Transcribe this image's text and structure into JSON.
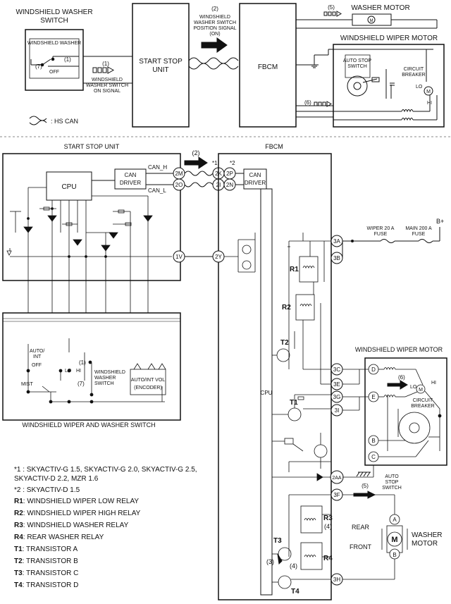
{
  "top": {
    "switch_box_title": "WINDSHIELD WASHER SWITCH",
    "switch_inner_label": "WINDSHIELD WASHER",
    "sw_mark7": "(7)",
    "sw_mark1": "(1)",
    "sw_off": "OFF",
    "sig1_num": "(1)",
    "sig1_text": [
      "WINDSHIELD",
      "WASHER SWITCH",
      "ON SIGNAL"
    ],
    "ssu": [
      "START STOP",
      "UNIT"
    ],
    "sig2_num": "(2)",
    "sig2_text": [
      "WINDSHIELD",
      "WASHER SWITCH",
      "POSITION SIGNAL",
      "(ON)"
    ],
    "fbcm": "FBCM",
    "sig5_num": "(5)",
    "washer_motor": "WASHER MOTOR",
    "wiper_motor": "WINDSHIELD WIPER MOTOR",
    "auto_stop": [
      "AUTO STOP",
      "SWITCH"
    ],
    "circuit_breaker": [
      "CIRCUIT",
      "BREAKER"
    ],
    "lo": "LO",
    "hi": "HI",
    "sig6_num": "(6)",
    "hs_can": ": HS CAN"
  },
  "bottom": {
    "ssu_title": "START STOP UNIT",
    "fbcm_title": "FBCM",
    "cpu": "CPU",
    "can_driver": [
      "CAN",
      "DRIVER"
    ],
    "can_h": "CAN_H",
    "can_l": "CAN_L",
    "pin_2m": "2M",
    "pin_2o": "2O",
    "pin_2k": "2K",
    "pin_2p": "2P",
    "pin_2i": "2I",
    "pin_2n": "2N",
    "pin_1v": "1V",
    "pin_2y": "2Y",
    "mark_star1": "*1",
    "mark_star2": "*2",
    "sig2_num": "(2)",
    "pins_right": [
      "3A",
      "3B",
      "3C",
      "3E",
      "3G",
      "3I",
      "2AA",
      "3F",
      "3H"
    ],
    "wiper_fuse": [
      "WIPER 20 A",
      "FUSE"
    ],
    "main_fuse": [
      "MAIN 200 A",
      "FUSE"
    ],
    "bplus": "B+",
    "relay_r1": "R1",
    "relay_r2": "R2",
    "relay_r3": "R3",
    "relay_r4": "R4",
    "tr_t1": "T1",
    "tr_t2": "T2",
    "tr_t3": "T3",
    "tr_t4": "T4",
    "mark3": "(3)",
    "mark4a": "(4)",
    "mark4b": "(4)",
    "switch_title": "WINDSHIELD WIPER AND WASHER SWITCH",
    "auto_int": [
      "AUTO/",
      "INT"
    ],
    "off": "OFF",
    "lo": "LO",
    "hi": "HI",
    "mist": "MIST",
    "sw_mark1": "(1)",
    "sw_mark7": "(7)",
    "washer_sw": [
      "WINDSHIELD",
      "WASHER",
      "SWITCH"
    ],
    "encoder": [
      "AUTO/INT VOL",
      "(ENCODER)"
    ],
    "wiper_motor": "WINDSHIELD WIPER MOTOR",
    "conn": [
      "D",
      "E",
      "B",
      "C"
    ],
    "sig6_num": "(6)",
    "lo_m": "LO",
    "hi_m": "HI",
    "circuit_breaker": [
      "CIRCUIT",
      "BREAKER"
    ],
    "auto_stop": [
      "AUTO",
      "STOP",
      "SWITCH"
    ],
    "sig5_num": "(5)",
    "rear": "REAR",
    "front": "FRONT",
    "motor_a": "A",
    "motor_b": "B",
    "motor_m": "M",
    "washer_motor": [
      "WASHER",
      "MOTOR"
    ]
  },
  "legend": {
    "fn1": "*1 : SKYACTIV-G 1.5, SKYACTIV-G 2.0, SKYACTIV-G 2.5, SKYACTIV-D 2.2, MZR 1.6",
    "fn2": "*2 : SKYACTIV-D 1.5",
    "items": [
      {
        "code": "R1",
        "text": ": WINDSHIELD WIPER LOW RELAY"
      },
      {
        "code": "R2",
        "text": ": WINDSHIELD WIPER HIGH RELAY"
      },
      {
        "code": "R3",
        "text": ": WINDSHIELD WASHER RELAY"
      },
      {
        "code": "R4",
        "text": ": REAR WASHER RELAY"
      },
      {
        "code": "T1",
        "text": ": TRANSISTOR A"
      },
      {
        "code": "T2",
        "text": ": TRANSISTOR B"
      },
      {
        "code": "T3",
        "text": ": TRANSISTOR C"
      },
      {
        "code": "T4",
        "text": ": TRANSISTOR D"
      }
    ]
  }
}
